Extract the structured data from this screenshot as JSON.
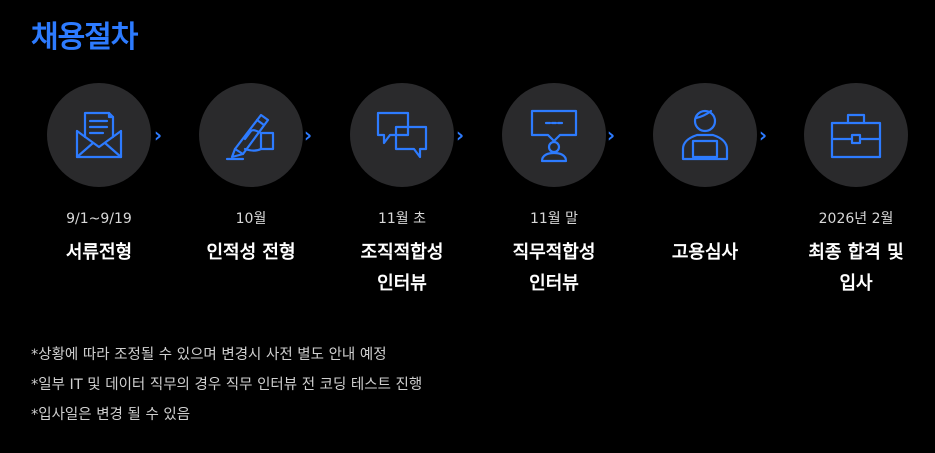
{
  "title": "채용절차",
  "accent_color": "#2d7bff",
  "steps": [
    {
      "icon": "envelope-letter-icon",
      "date": "9/1~9/19",
      "label": "서류전형"
    },
    {
      "icon": "hand-writing-icon",
      "date": "10월",
      "label": "인적성 전형"
    },
    {
      "icon": "speech-bubbles-icon",
      "date": "11월 초",
      "label": "조직적합성\n인터뷰"
    },
    {
      "icon": "presenter-screen-icon",
      "date": "11월 말",
      "label": "직무적합성\n인터뷰"
    },
    {
      "icon": "person-laptop-icon",
      "date": "",
      "label": "고용심사"
    },
    {
      "icon": "briefcase-icon",
      "date": "2026년 2월",
      "label": "최종 합격 및\n입사"
    }
  ],
  "arrow_glyph": "›",
  "notes": [
    "*상황에 따라 조정될 수 있으며 변경시 사전 별도 안내 예정",
    "*일부 IT 및 데이터 직무의 경우 직무 인터뷰 전 코딩 테스트 진행",
    "*입사일은 변경 될 수 있음"
  ]
}
